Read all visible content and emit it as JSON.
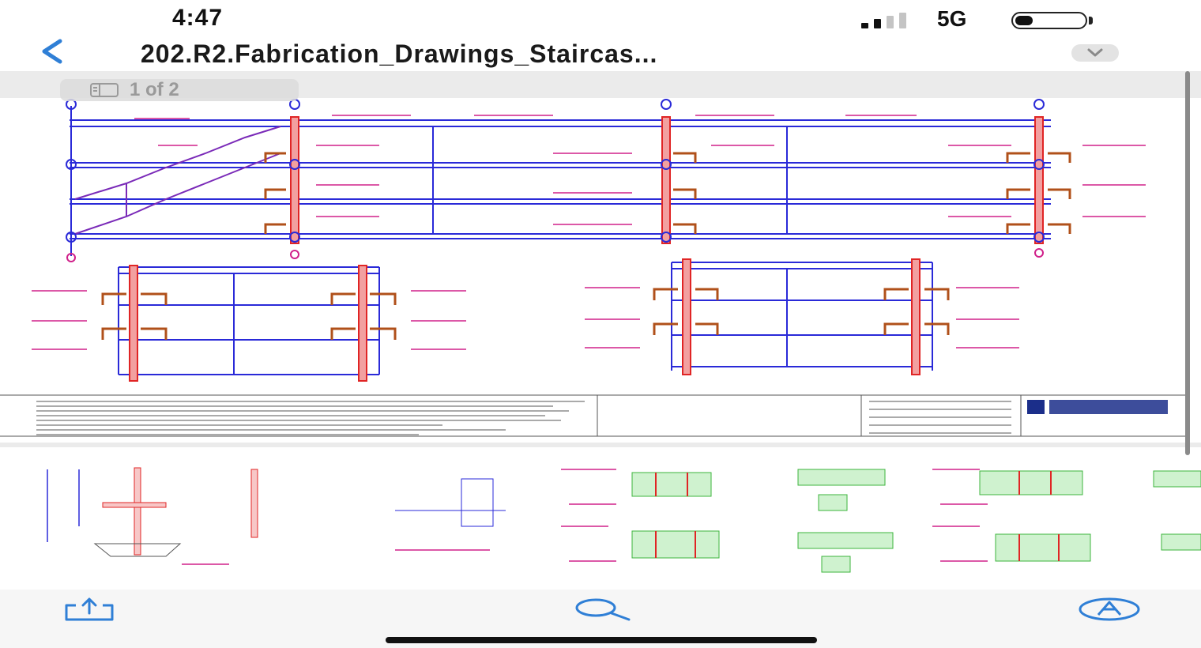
{
  "status_bar": {
    "time": "4:47",
    "network": "5G",
    "battery_level": 0.25,
    "signal_bars_active": 2,
    "signal_bars_total": 4
  },
  "header": {
    "title": "202.R2.Fabrication_Drawings_Staircas...",
    "back_icon": "chevron-left-icon",
    "menu_icon": "chevron-down-icon"
  },
  "viewer": {
    "page_counter": "1 of 2",
    "page_icon": "sidebar-icon"
  },
  "toolbar": {
    "share_icon": "share-icon",
    "search_icon": "search-icon",
    "markup_icon": "markup-pen-icon"
  },
  "colors": {
    "accent": "#2f7fd6",
    "drawing_blue": "#2a2ad8",
    "drawing_red": "#e02525",
    "drawing_magenta": "#d0208a",
    "drawing_green": "#6fdc6f"
  }
}
